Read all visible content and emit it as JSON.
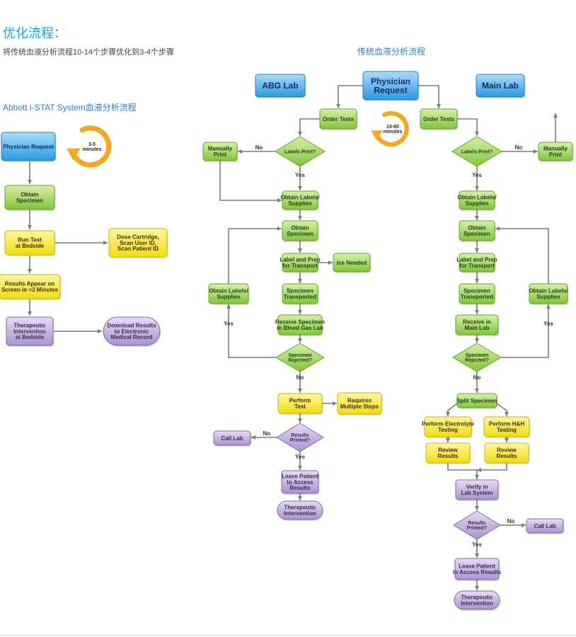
{
  "header": {
    "heading": "优化流程：",
    "subtitle": "将传统血液分析流程10-14个步骤优化到3-4个步骤",
    "left_title": "Abbott i-STAT System血液分析流程",
    "right_title": "传统血液分析流程"
  },
  "colors": {
    "blue": "#3aa8e8",
    "green": "#8fcf45",
    "yellow": "#f5e52a",
    "purple": "#b9a3d6",
    "orange": "#f5a623",
    "arrow": "#7a7a7a"
  },
  "left_flow": {
    "timer": [
      "3-5",
      "minutes"
    ],
    "physician_request": "Physician Request",
    "obtain_specimen": [
      "Obtain",
      "Specimen"
    ],
    "run_test": [
      "Run Test",
      "at Bedside"
    ],
    "dose_cartridge": [
      "Dose Cartridge,",
      "Scan User ID,",
      "Scan Patient ID"
    ],
    "results_appear": [
      "Results Appear on",
      "Screen in <3 Minutes"
    ],
    "therapeutic": [
      "Therapeutic",
      "Intervention",
      "at Bedside"
    ],
    "download_results": [
      "Download Results",
      "to Electronic",
      "Medical Record"
    ]
  },
  "right_flow": {
    "abg_lab": "ABG Lab",
    "main_lab": "Main Lab",
    "physician_request": [
      "Physician",
      "Request"
    ],
    "timer": [
      "15-60",
      "minutes"
    ],
    "order_tests": "Order Tests",
    "manually_print": [
      "Manually",
      "Print"
    ],
    "labels_print": "Labels Print?",
    "obtain_labels_supplies": [
      "Obtain Labels/",
      "Supplies"
    ],
    "obtain_specimen": [
      "Obtain",
      "Specimen"
    ],
    "label_prep": [
      "Label and Prep",
      "for Transport"
    ],
    "ice_needed": "Ice Needed",
    "specimen_transported": [
      "Specimen",
      "Transported"
    ],
    "receive_abg": [
      "Receive Specimen",
      "in Blood Gas Lab"
    ],
    "receive_main": [
      "Receive in",
      "Main Lab"
    ],
    "specimen_rejected": [
      "Specimen",
      "Rejected?"
    ],
    "perform_test": [
      "Perform",
      "Test"
    ],
    "requires_multiple": [
      "Requires",
      "Multiple Steps"
    ],
    "split_specimen": "Split Specimen",
    "perform_electrolyte": [
      "Perform Electrolyte",
      "Testing"
    ],
    "perform_hh": [
      "Perform H&H",
      "Testing"
    ],
    "review_results": [
      "Review",
      "Results"
    ],
    "verify_lab": [
      "Verify in",
      "Lab System"
    ],
    "results_printed": [
      "Results",
      "Printed?"
    ],
    "call_lab": "Call Lab",
    "leave_patient_abg": [
      "Leave Patient",
      "to Access",
      "Results"
    ],
    "leave_patient_main": [
      "Leave Patient",
      "to Access Results"
    ],
    "therapeutic": [
      "Therapeutic",
      "Intervention"
    ],
    "yes": "Yes",
    "no": "No"
  }
}
